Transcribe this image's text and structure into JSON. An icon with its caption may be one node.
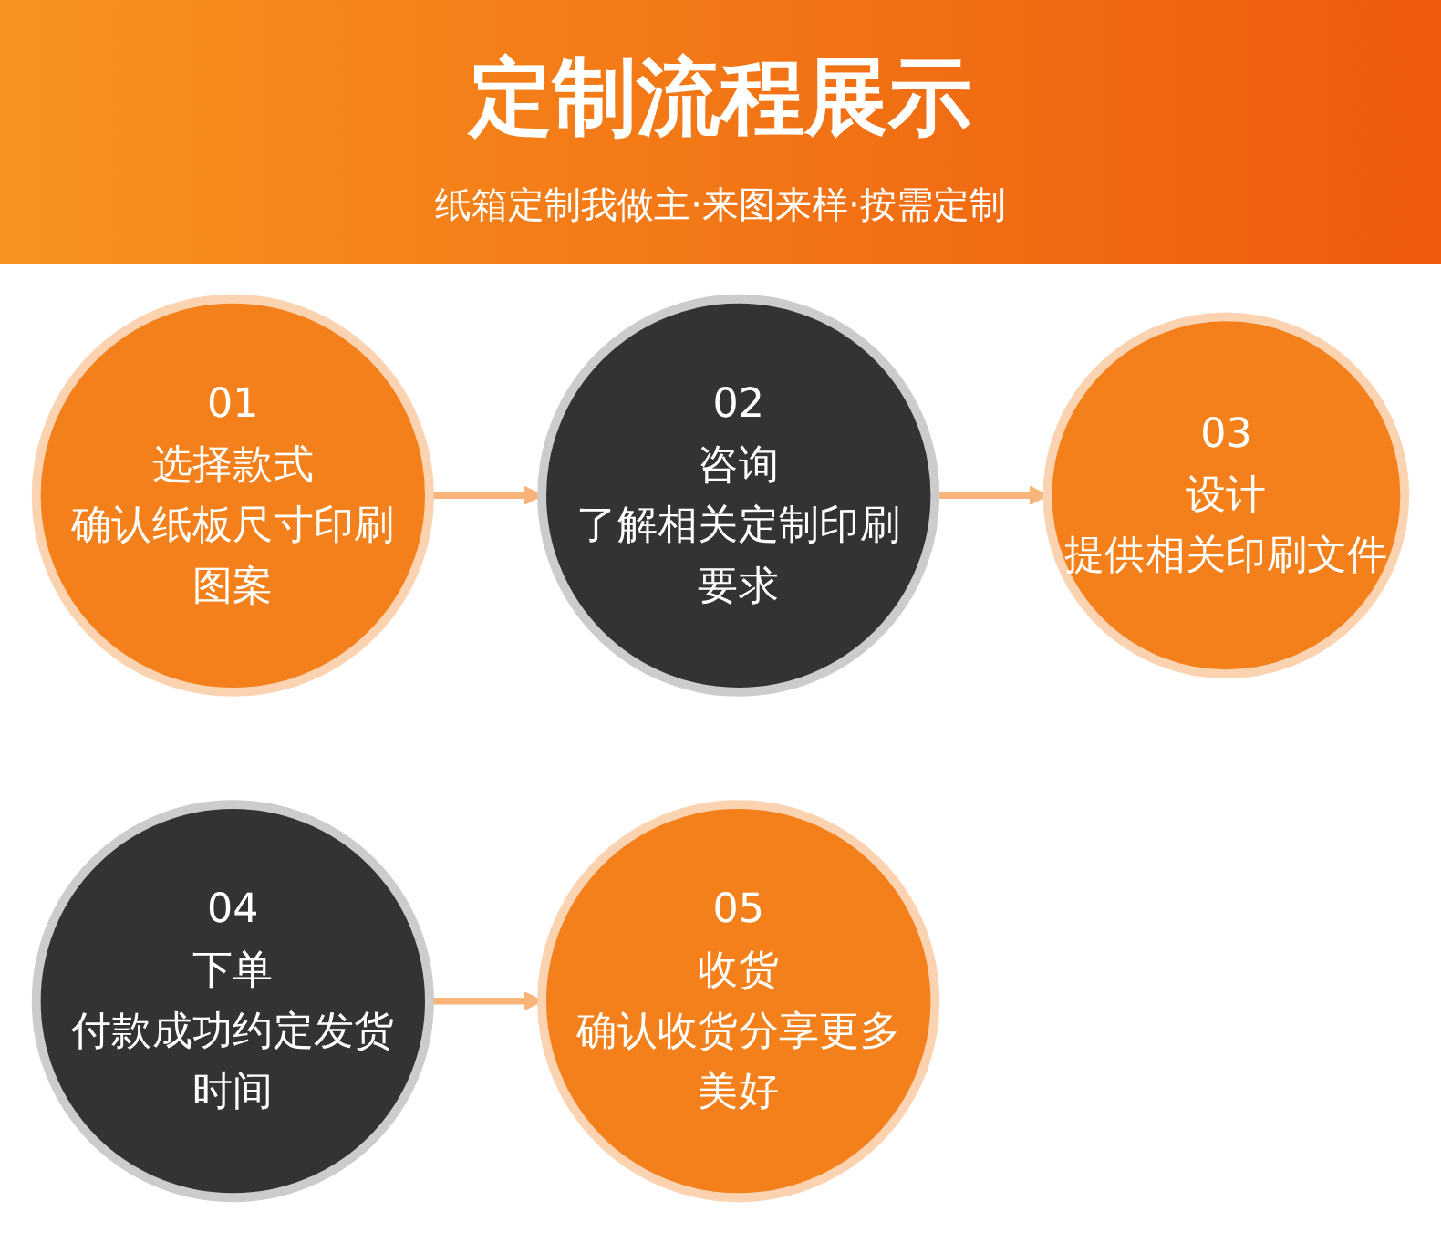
{
  "diagram": {
    "title": "定制流程展示",
    "caption": "纸箱定制我做主·来图来样·按需定制",
    "nodes": [
      {
        "text": [
          "01",
          "选择款式",
          "确认纸板尺寸印刷图案"
        ]
      },
      {
        "text": [
          "02",
          "咨询",
          "了解相关定制印刷要求"
        ]
      },
      {
        "text": [
          "03",
          "设计",
          "提供相关印刷文件"
        ]
      },
      {
        "text": [
          "04",
          "下单",
          "付款成功约定发货时间"
        ]
      },
      {
        "text": [
          "05",
          "收货",
          "确认收货分享更多美好"
        ]
      }
    ],
    "edges": [
      {
        "from": 0,
        "to": 1,
        "arrow": "to"
      },
      {
        "from": 1,
        "to": 2,
        "arrow": "to"
      },
      {
        "from": 3,
        "to": 4,
        "arrow": "to"
      }
    ]
  }
}
